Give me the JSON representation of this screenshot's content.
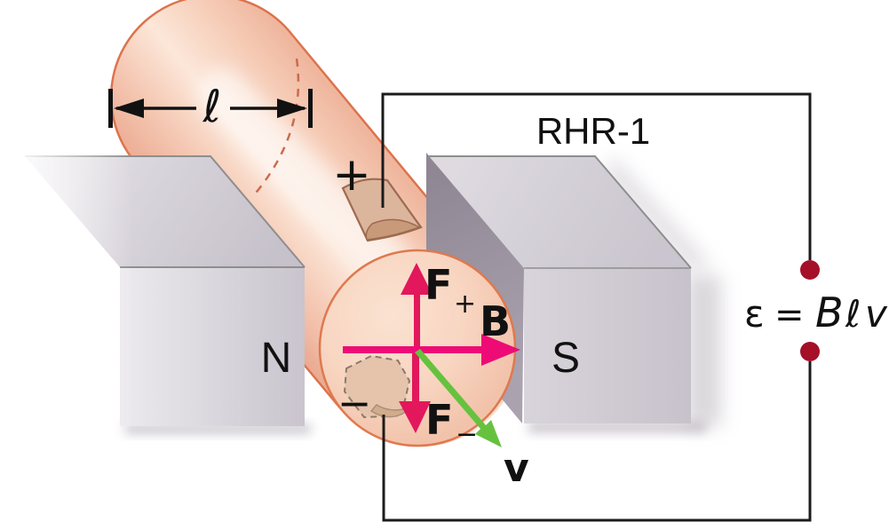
{
  "figure": {
    "rhr_label": "RHR-1",
    "measurement": {
      "label": "ℓ"
    },
    "magnets": {
      "north": "N",
      "south": "S"
    },
    "equation": {
      "epsilon": "ε",
      "equals": "=",
      "field": "B",
      "length": "ℓ",
      "velocity": "v"
    },
    "vectors": {
      "force_positive": {
        "symbol": "F",
        "sub": "+"
      },
      "force_negative": {
        "symbol": "F",
        "sub": "−"
      },
      "magnetic_field": {
        "symbol": "B"
      },
      "velocity": {
        "symbol": "v"
      }
    },
    "charges": {
      "positive": "+",
      "negative": "−"
    },
    "colors": {
      "crimson": "#e2175c",
      "magenta": "#ee0b76",
      "green": "#66c23e",
      "wire": "#1b1b1b",
      "terminal": "#a50f28",
      "rod_fill": "#f6cab6",
      "rod_edge": "#dd734d",
      "magnet_light": "#d6d1d8",
      "magnet_dark": "#9b939e",
      "patch_fill": "#dcb59d",
      "patch_edge": "#9c6b50"
    }
  }
}
